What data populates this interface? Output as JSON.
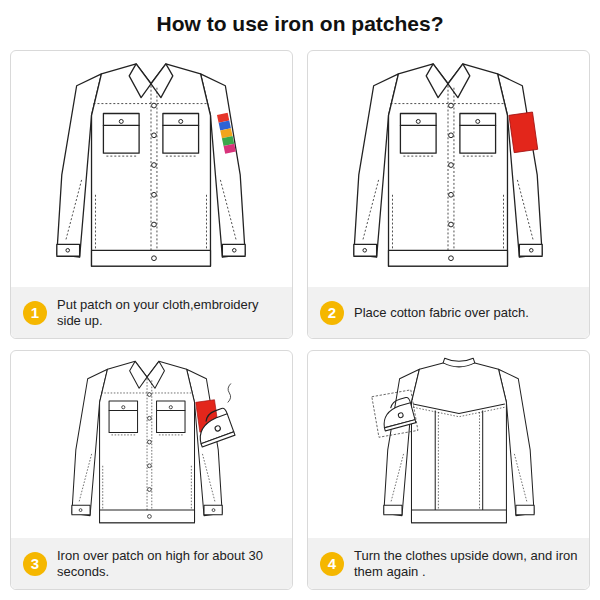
{
  "diagram": {
    "title": "How to use iron on patches?",
    "nodes": [
      {
        "text": [
          "Put patch on your cloth,embroidery side up."
        ]
      },
      {
        "text": [
          "1"
        ],
        "in": 0
      },
      {
        "text": [
          "Place cotton fabric over patch."
        ]
      },
      {
        "text": [
          "2"
        ],
        "in": 2
      },
      {
        "text": [
          "Iron over patch on high for about 30 seconds."
        ]
      },
      {
        "text": [
          "3"
        ],
        "in": 4
      },
      {
        "text": [
          "Turn the clothes upside down, and iron them again ."
        ]
      },
      {
        "text": [
          "4"
        ],
        "in": 6
      }
    ]
  }
}
